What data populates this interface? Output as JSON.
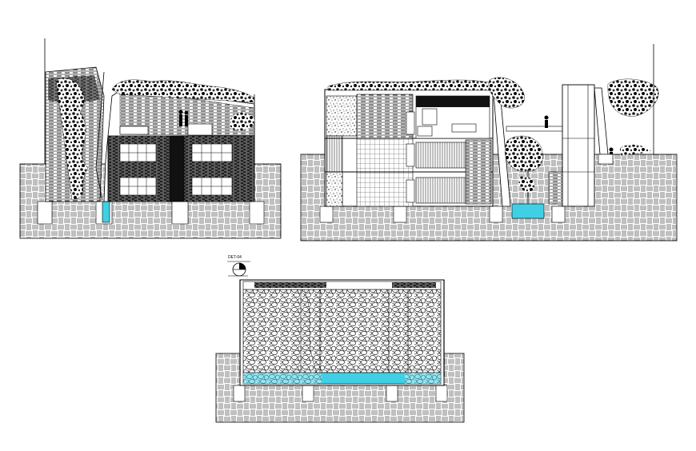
{
  "drawing": {
    "detail_tag": "DET-04",
    "water_color": "#3fd0e6",
    "line_color": "#000000",
    "background": "#ffffff",
    "elevations": [
      "front-elevation",
      "side-section",
      "wall-detail"
    ]
  }
}
